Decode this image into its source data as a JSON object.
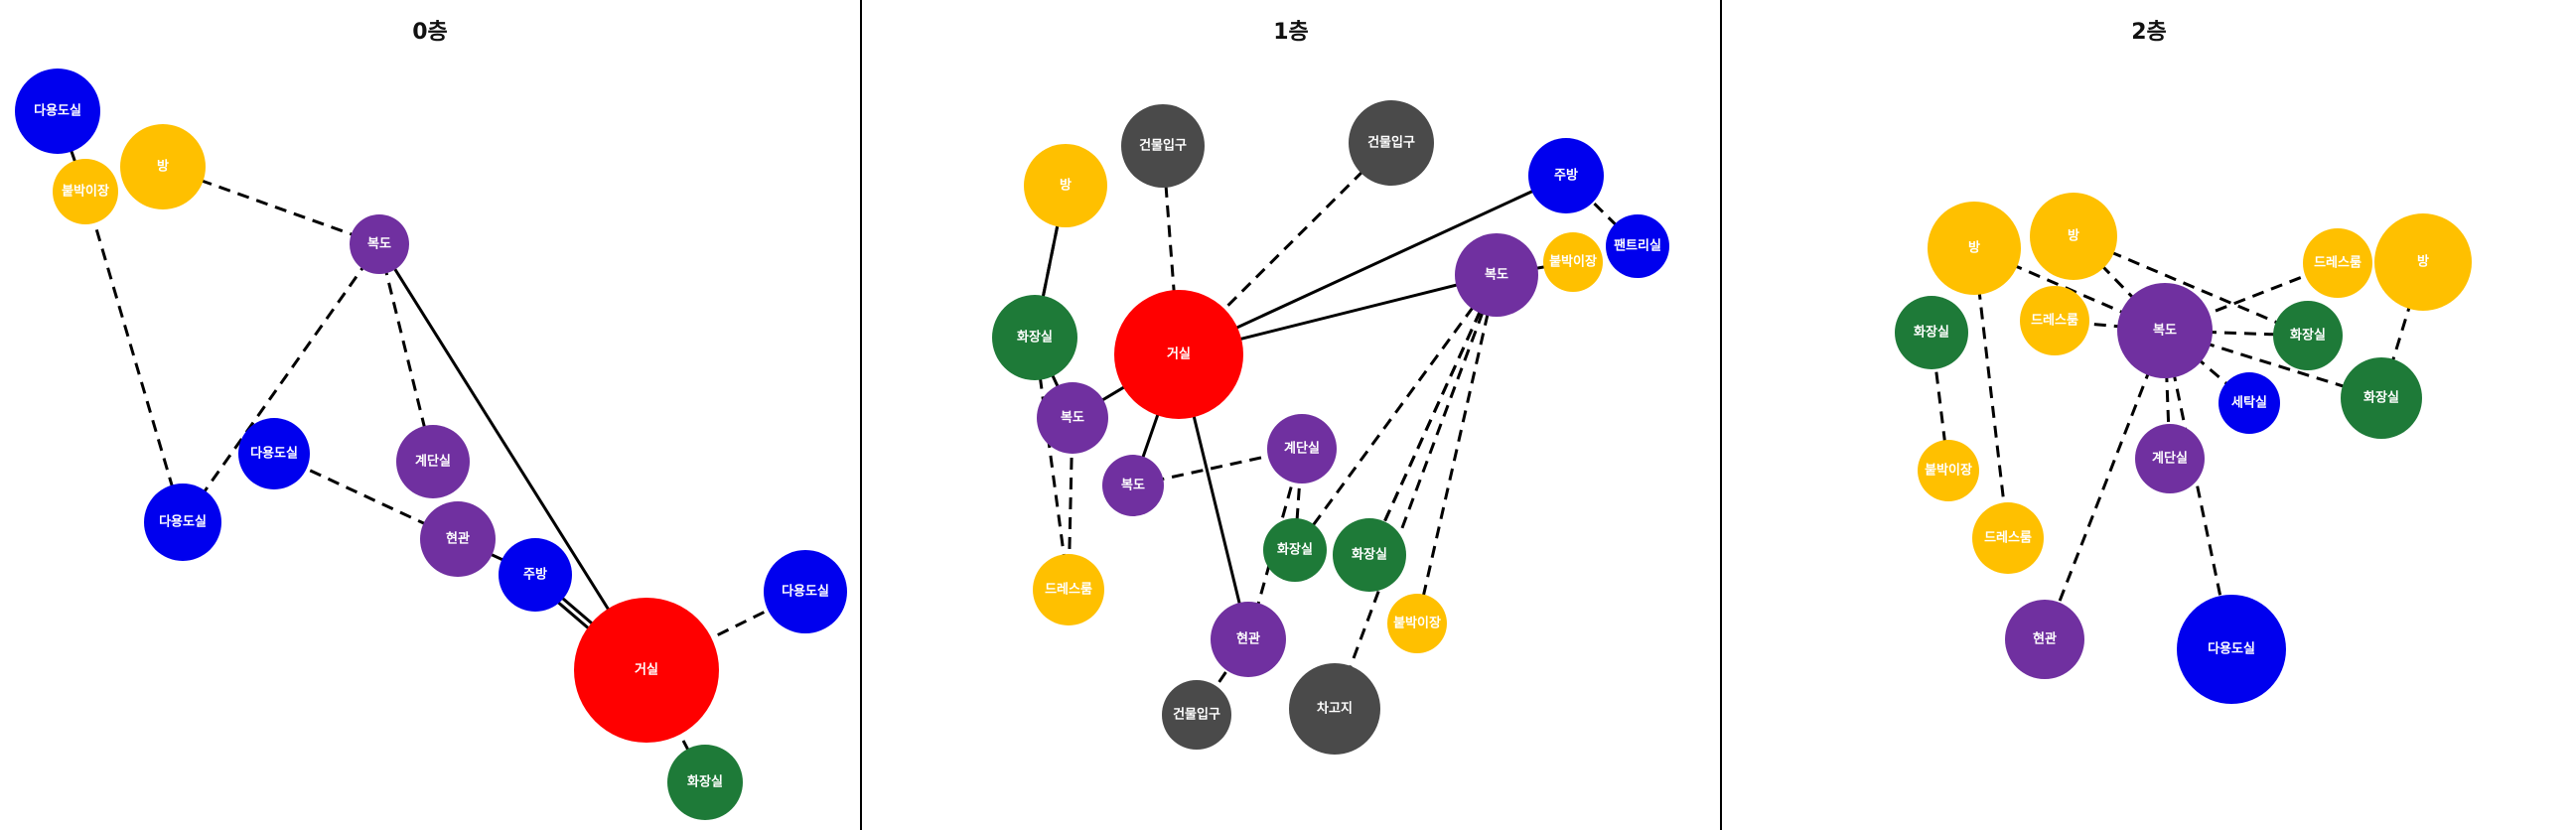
{
  "colors": {
    "blue": "#0000ee",
    "yellow": "#ffc000",
    "purple": "#7030a0",
    "red": "#ff0000",
    "green": "#1e7a38",
    "gray": "#4a4a4a",
    "edge": "#000000"
  },
  "panels": [
    {
      "title": "0층",
      "nodes": [
        {
          "label": "다용도실",
          "color": "blue"
        },
        {
          "label": "붙박이장",
          "color": "yellow"
        },
        {
          "label": "방",
          "color": "yellow"
        },
        {
          "label": "복도",
          "color": "purple"
        },
        {
          "label": "다용도실",
          "color": "blue"
        },
        {
          "label": "다용도실",
          "color": "blue"
        },
        {
          "label": "계단실",
          "color": "purple"
        },
        {
          "label": "현관",
          "color": "purple"
        },
        {
          "label": "주방",
          "color": "blue"
        },
        {
          "label": "거실",
          "color": "red"
        },
        {
          "label": "다용도실",
          "color": "blue"
        },
        {
          "label": "화장실",
          "color": "green"
        }
      ]
    },
    {
      "title": "1층",
      "nodes": [
        {
          "label": "방",
          "color": "yellow"
        },
        {
          "label": "건물입구",
          "color": "gray"
        },
        {
          "label": "건물입구",
          "color": "gray"
        },
        {
          "label": "주방",
          "color": "blue"
        },
        {
          "label": "팬트리실",
          "color": "blue"
        },
        {
          "label": "붙박이장",
          "color": "yellow"
        },
        {
          "label": "복도",
          "color": "purple"
        },
        {
          "label": "화장실",
          "color": "green"
        },
        {
          "label": "거실",
          "color": "red"
        },
        {
          "label": "복도",
          "color": "purple"
        },
        {
          "label": "복도",
          "color": "purple"
        },
        {
          "label": "계단실",
          "color": "purple"
        },
        {
          "label": "화장실",
          "color": "green"
        },
        {
          "label": "화장실",
          "color": "green"
        },
        {
          "label": "드레스룸",
          "color": "yellow"
        },
        {
          "label": "붙박이장",
          "color": "yellow"
        },
        {
          "label": "현관",
          "color": "purple"
        },
        {
          "label": "건물입구",
          "color": "gray"
        },
        {
          "label": "차고지",
          "color": "gray"
        }
      ]
    },
    {
      "title": "2층",
      "nodes": [
        {
          "label": "방",
          "color": "yellow"
        },
        {
          "label": "방",
          "color": "yellow"
        },
        {
          "label": "드레스룸",
          "color": "yellow"
        },
        {
          "label": "방",
          "color": "yellow"
        },
        {
          "label": "드레스룸",
          "color": "yellow"
        },
        {
          "label": "화장실",
          "color": "green"
        },
        {
          "label": "복도",
          "color": "purple"
        },
        {
          "label": "화장실",
          "color": "green"
        },
        {
          "label": "화장실",
          "color": "green"
        },
        {
          "label": "세탁실",
          "color": "blue"
        },
        {
          "label": "붙박이장",
          "color": "yellow"
        },
        {
          "label": "계단실",
          "color": "purple"
        },
        {
          "label": "드레스룸",
          "color": "yellow"
        },
        {
          "label": "현관",
          "color": "purple"
        },
        {
          "label": "다용도실",
          "color": "blue"
        }
      ]
    }
  ]
}
